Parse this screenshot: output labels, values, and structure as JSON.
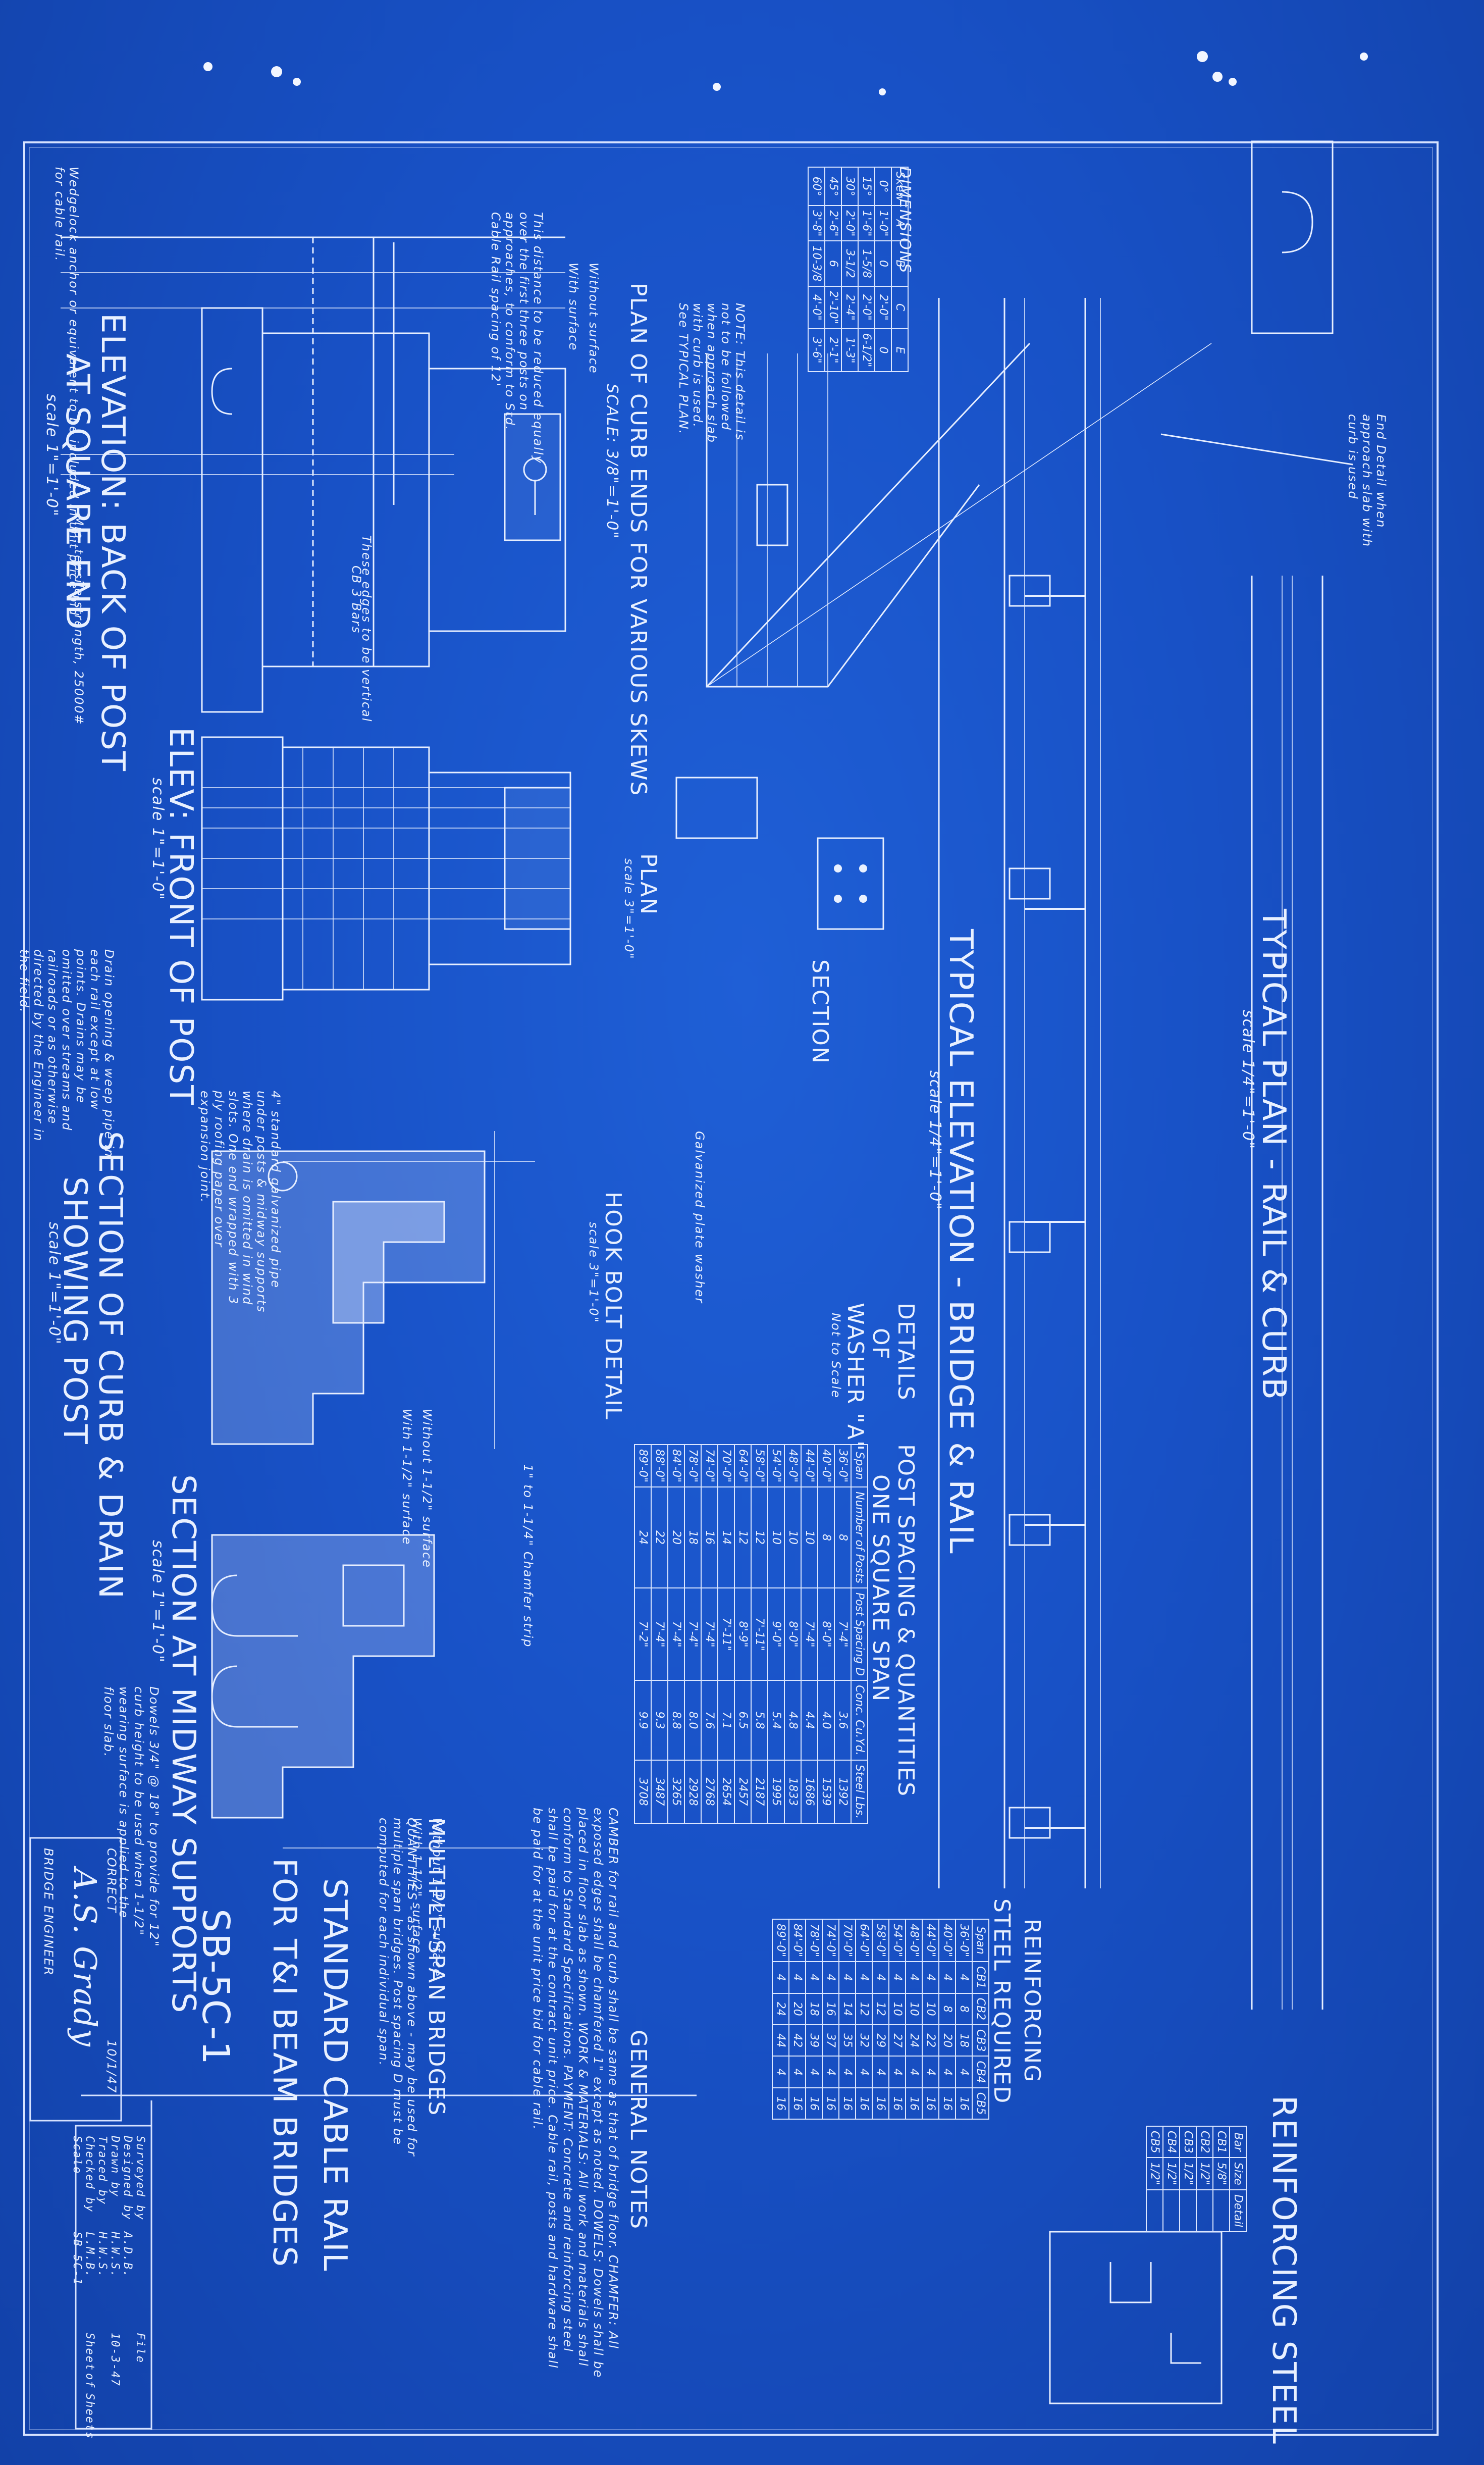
{
  "sheet": {
    "drawing_number": "SB-5C-1",
    "title_line_1": "STANDARD CABLE RAIL",
    "title_line_2": "FOR T&I BEAM BRIDGES",
    "subtitle": "MULTIPLE-SPAN BRIDGES",
    "quantities_note": "QUANTITIES - as shown above - may be used for multiple span bridges. Post spacing D must be computed for each individual span.",
    "general_notes_title": "GENERAL NOTES",
    "general_notes_text": "CAMBER for rail and curb shall be same as that of bridge floor. CHAMFER: All exposed edges shall be chamfered 1\" except as noted. DOWELS: Dowels shall be placed in floor slab as shown. WORK & MATERIALS: All work and materials shall conform to Standard Specifications. PAYMENT: Concrete and reinforcing steel shall be paid for at the contract unit price. Cable rail, posts and hardware shall be paid for at the unit price bid for cable rail.",
    "correct_label": "CORRECT",
    "correct_date": "10/1/47",
    "engineer_signature": "A.S. Grady",
    "engineer_title": "BRIDGE ENGINEER",
    "credits": {
      "surveyed_by_label": "Surveyed by",
      "surveyed_by": "",
      "designed_by_label": "Designed by",
      "designed_by": "A.D.B.",
      "drawn_by_label": "Drawn by",
      "drawn_by": "H.W.S.",
      "traced_by_label": "Traced by",
      "traced_by": "H.W.S.",
      "checked_by_label": "Checked by",
      "checked_by": "L.M.B.",
      "scale_label": "Scale",
      "scale_value": "SB 5C-1",
      "file_label": "File",
      "date": "10-3-47",
      "sheet_label": "Sheet",
      "of_label": "of",
      "sheets_label": "Sheets"
    }
  },
  "views": {
    "elevation_back": {
      "title_1": "ELEVATION: BACK OF POST",
      "title_2": "AT SQUARE END",
      "scale": "scale 1\"=1'-0\""
    },
    "elevation_front": {
      "title": "ELEV: FRONT OF POST",
      "scale": "scale 1\"=1'-0\""
    },
    "section_curb": {
      "title_1": "SECTION OF CURB & DRAIN",
      "title_2": "SHOWING POST",
      "scale": "scale 1\"=1'-0\""
    },
    "section_midway": {
      "title": "SECTION AT MIDWAY SUPPORTS",
      "scale": "scale 1\"=1'-0\"",
      "note": "Dowels 3/4\" @ 18\" to provide for 12\" curb height to be used when 1-1/2\" wearing surface is applied to the floor slab."
    },
    "plan_curb_ends": {
      "title": "PLAN OF CURB ENDS FOR VARIOUS SKEWS",
      "scale": "SCALE: 3/8\"=1'-0\"",
      "note": "NOTE: This detail is not to be followed when approach slab with curb is used. See TYPICAL PLAN."
    },
    "typical_elevation": {
      "title": "TYPICAL ELEVATION - BRIDGE & RAIL",
      "scale": "scale 1/4\"=1'-0\""
    },
    "typical_plan": {
      "title": "TYPICAL PLAN - RAIL & CURB",
      "scale": "scale 1/4\"=1'-0\""
    },
    "plan_detail": {
      "title": "PLAN",
      "scale": "scale 3\"=1'-0\""
    },
    "section_detail": {
      "title": "SECTION"
    },
    "hook_bolt": {
      "title": "HOOK BOLT DETAIL",
      "scale": "scale 3\"=1'-0\""
    },
    "washer": {
      "title_1": "DETAILS",
      "title_2": "OF",
      "title_3": "WASHER \"A\"",
      "scale": "Not to Scale"
    },
    "reinforcing_steel": {
      "title": "REINFORCING STEEL"
    }
  },
  "annotations": {
    "wedgelock": "Wedgelock anchor or equivalent to be included in unit price bid for cable rail.",
    "tensile": "Min. tensile strength, 25000#",
    "distance_note": "This distance to be reduced equally over the first three posts on approaches, to conform to Std. Cable Rail spacing of 12'",
    "without_surface": "Without surface",
    "with_surface": "With surface",
    "without_15_surface": "Without 1-1/2\" surface",
    "with_15_surface": "With 1-1/2\" surface",
    "pipe_note": "4\" standard galvanized pipe under posts & midway supports where drain is omitted in wind slots. One end wrapped with 3 ply roofing paper over expansion joint.",
    "drain_note": "Drain opening & weep pipe in each rail except at low points. Drains may be omitted over streams and railroads or as otherwise directed by the Engineer in the field.",
    "edges_vertical": "These edges to be vertical",
    "end_detail": "End Detail when approach slab with curb is used",
    "galvanized_washer": "Galvanized plate washer",
    "chamfer": "1\" to 1-1/4\" Chamfer strip",
    "cb_bars": "CB 3 Bars"
  },
  "tables": {
    "dimensions": {
      "title": "DIMENSIONS",
      "headers": [
        "Skew",
        "A",
        "B",
        "C",
        "E"
      ],
      "rows": [
        [
          "0°",
          "1'-0\"",
          "0",
          "2'-0\"",
          "0"
        ],
        [
          "15°",
          "1'-6\"",
          "1-5/8",
          "2'-0\"",
          "6-1/2\""
        ],
        [
          "30°",
          "2'-0\"",
          "3-1/2",
          "2'-4\"",
          "1'-3\""
        ],
        [
          "45°",
          "2'-6\"",
          "6",
          "2'-10\"",
          "2'-1\""
        ],
        [
          "60°",
          "3'-8\"",
          "10-3/8",
          "4'-0\"",
          "3'-6\""
        ]
      ]
    },
    "post_spacing": {
      "title_1": "POST SPACING & QUANTITIES",
      "title_2": "ONE SQUARE SPAN",
      "headers": [
        "Span",
        "Number of Posts",
        "Post Spacing D",
        "Conc. Cu.Yd.",
        "Steel Lbs."
      ],
      "rows": [
        [
          "36'-0\"",
          "8",
          "7'-4\"",
          "3.6",
          "1392"
        ],
        [
          "40'-0\"",
          "8",
          "8'-0\"",
          "4.0",
          "1539"
        ],
        [
          "44'-0\"",
          "10",
          "7'-4\"",
          "4.4",
          "1686"
        ],
        [
          "48'-0\"",
          "10",
          "8'-0\"",
          "4.8",
          "1833"
        ],
        [
          "54'-0\"",
          "10",
          "9'-0\"",
          "5.4",
          "1995"
        ],
        [
          "58'-0\"",
          "12",
          "7'-11\"",
          "5.8",
          "2187"
        ],
        [
          "64'-0\"",
          "12",
          "8'-9\"",
          "6.5",
          "2457"
        ],
        [
          "70'-0\"",
          "14",
          "7'-11\"",
          "7.1",
          "2654"
        ],
        [
          "74'-0\"",
          "16",
          "7'-4\"",
          "7.6",
          "2768"
        ],
        [
          "78'-0\"",
          "18",
          "7'-4\"",
          "8.0",
          "2928"
        ],
        [
          "84'-0\"",
          "20",
          "7'-4\"",
          "8.8",
          "3265"
        ],
        [
          "88'-0\"",
          "22",
          "7'-4\"",
          "9.3",
          "3487"
        ],
        [
          "89'-0\"",
          "24",
          "7'-2\"",
          "9.9",
          "3708"
        ]
      ]
    },
    "reinforcing_required": {
      "title_1": "REINFORCING",
      "title_2": "STEEL REQUIRED",
      "headers": [
        "Span",
        "CB1",
        "CB2",
        "CB3",
        "CB4",
        "CB5"
      ],
      "rows": [
        [
          "36'-0\"",
          "4",
          "8",
          "18",
          "4",
          "16"
        ],
        [
          "40'-0\"",
          "4",
          "8",
          "20",
          "4",
          "16"
        ],
        [
          "44'-0\"",
          "4",
          "10",
          "22",
          "4",
          "16"
        ],
        [
          "48'-0\"",
          "4",
          "10",
          "24",
          "4",
          "16"
        ],
        [
          "54'-0\"",
          "4",
          "10",
          "27",
          "4",
          "16"
        ],
        [
          "58'-0\"",
          "4",
          "12",
          "29",
          "4",
          "16"
        ],
        [
          "64'-0\"",
          "4",
          "12",
          "32",
          "4",
          "16"
        ],
        [
          "70'-0\"",
          "4",
          "14",
          "35",
          "4",
          "16"
        ],
        [
          "74'-0\"",
          "4",
          "16",
          "37",
          "4",
          "16"
        ],
        [
          "78'-0\"",
          "4",
          "18",
          "39",
          "4",
          "16"
        ],
        [
          "84'-0\"",
          "4",
          "20",
          "42",
          "4",
          "16"
        ],
        [
          "89'-0\"",
          "4",
          "24",
          "44",
          "4",
          "16"
        ]
      ]
    },
    "reinforcing_steel_bars": {
      "headers": [
        "Bar",
        "Size",
        "Detail"
      ],
      "rows": [
        [
          "CB1",
          "5/8\"",
          ""
        ],
        [
          "CB2",
          "1/2\"",
          ""
        ],
        [
          "CB3",
          "1/2\"",
          ""
        ],
        [
          "CB4",
          "1/2\"",
          ""
        ],
        [
          "CB5",
          "1/2\"",
          ""
        ]
      ]
    }
  },
  "colors": {
    "paper": "#1851c6",
    "ink": "#e8f0ff",
    "border": "#d6e2ff"
  }
}
